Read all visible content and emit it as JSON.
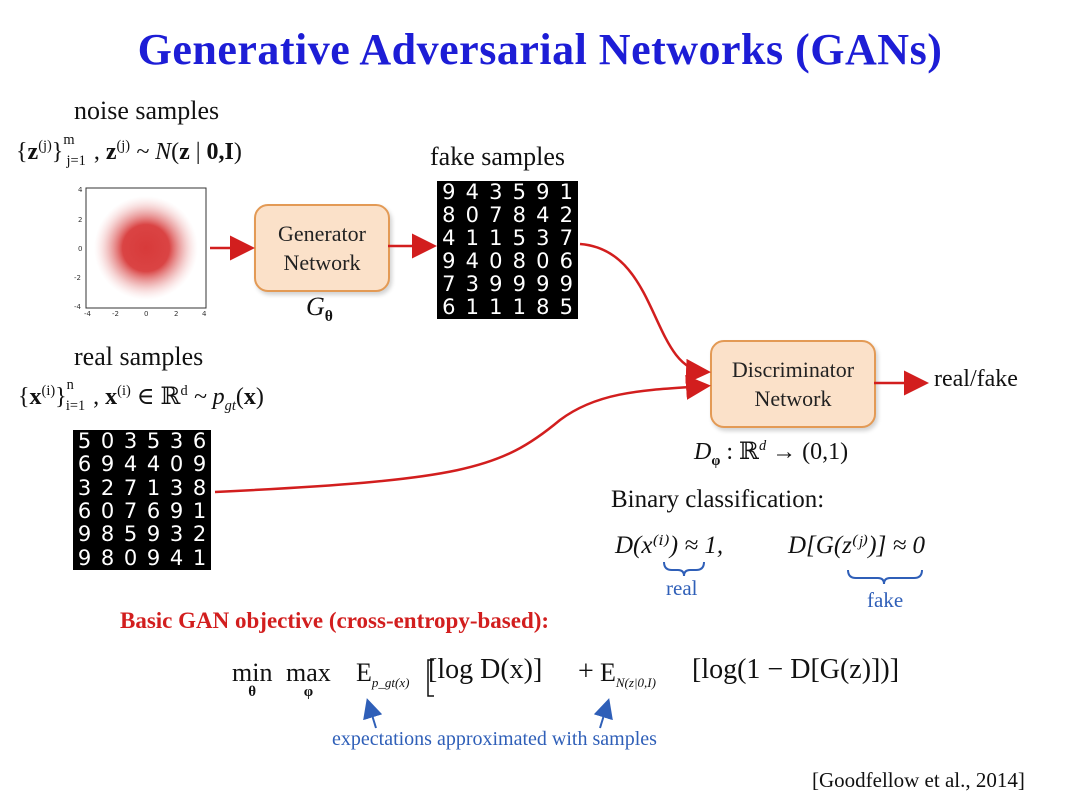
{
  "title": "Generative Adversarial Networks (GANs)",
  "noise": {
    "heading": "noise samples",
    "formula_parts": [
      "{z",
      "(j)",
      "}",
      "m",
      "j=1",
      ", z",
      "(j)",
      "~ N(z | 0,I)"
    ],
    "x_ticks": [
      "-4",
      "-2",
      "0",
      "2",
      "4"
    ],
    "y_ticks": [
      "4",
      "2",
      "0",
      "-2",
      "-4"
    ]
  },
  "generator": {
    "line1": "Generator",
    "line2": "Network",
    "symbol": "G",
    "symbol_sub": "θ"
  },
  "fake": {
    "heading": "fake samples",
    "digits": [
      "9",
      "4",
      "3",
      "5",
      "9",
      "1",
      "8",
      "0",
      "7",
      "8",
      "4",
      "2",
      "4",
      "1",
      "1",
      "5",
      "3",
      "7",
      "9",
      "4",
      "0",
      "8",
      "0",
      "6",
      "7",
      "3",
      "9",
      "9",
      "9",
      "9",
      "6",
      "1",
      "1",
      "1",
      "8",
      "5"
    ]
  },
  "real": {
    "heading": "real samples",
    "formula_parts": [
      "{x",
      "(i)",
      "}",
      "n",
      "i=1",
      ", x",
      "(i)",
      " ∈ ℝ",
      "d",
      " ~ p",
      "gt",
      "(x)"
    ],
    "digits": [
      "5",
      "0",
      "3",
      "5",
      "3",
      "6",
      "6",
      "9",
      "4",
      "4",
      "0",
      "9",
      "3",
      "2",
      "7",
      "1",
      "3",
      "8",
      "6",
      "0",
      "7",
      "6",
      "9",
      "1",
      "9",
      "8",
      "5",
      "9",
      "3",
      "2",
      "9",
      "8",
      "0",
      "9",
      "4",
      "1"
    ]
  },
  "discriminator": {
    "line1": "Discriminator",
    "line2": "Network",
    "output": "real/fake",
    "mapping_parts": [
      "D",
      "φ",
      " : ℝ",
      "d",
      " → (0,1)"
    ]
  },
  "binary": {
    "heading": "Binary classification:",
    "expr_left": "D(x⁽ⁱ⁾) ≈ 1,",
    "expr_right": "D[G(z⁽ʲ⁾)] ≈ 0",
    "real_label": "real",
    "fake_label": "fake"
  },
  "objective": {
    "heading": "Basic GAN objective (cross-entropy-based):",
    "min": "min",
    "min_sub": "θ",
    "max": "max",
    "max_sub": "φ",
    "term1_E": "E",
    "term1_sub": "p_gt(x)",
    "term1": "[log D(x)]",
    "plus": "+",
    "term2_E": "E",
    "term2_sub": "N(z|0,I)",
    "term2": "[log(1 − D[G(z)])]",
    "note": "expectations approximated with samples"
  },
  "citation": "[Goodfellow et al., 2014]",
  "colors": {
    "title": "#1d1dd6",
    "box_fill": "#fbe1c9",
    "box_border": "#e39a55",
    "arrow": "#d21e1e",
    "annot": "#2f5fb8"
  }
}
